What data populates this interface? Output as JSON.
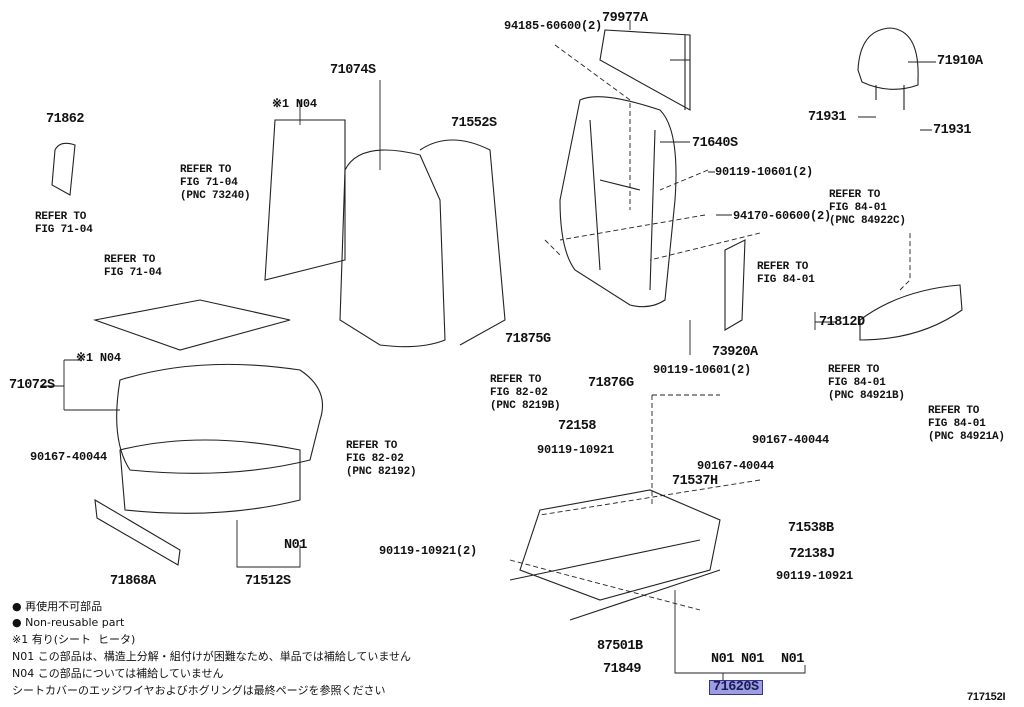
{
  "diagram": {
    "labels": {
      "p94185": "94185-60600(2)",
      "p79977A": "79977A",
      "p71910A": "71910A",
      "p71931a": "71931",
      "p71931b": "71931",
      "p71640S": "71640S",
      "p90119_10601a": "90119-10601(2)",
      "p94170": "94170-60600(2)",
      "ref84922C": "REFER TO\nFIG 84-01\n(PNC 84922C)",
      "ref8401": "REFER TO\nFIG 84-01",
      "p71812D": "71812D",
      "p73920A": "73920A",
      "p90119_10601b": "90119-10601(2)",
      "p71876G": "71876G",
      "p71875G": "71875G",
      "ref84921B": "REFER TO\nFIG 84-01\n(PNC 84921B)",
      "ref84921A": "REFER TO\nFIG 84-01\n(PNC 84921A)",
      "p72158": "72158",
      "p90119_10921a": "90119-10921",
      "p90167_40044a": "90167-40044",
      "p90167_40044b": "90167-40044",
      "p71537H": "71537H",
      "p71538B": "71538B",
      "p72138J": "72138J",
      "p90119_10921b": "90119-10921",
      "p90119_10921c": "90119-10921(2)",
      "p87501B": "87501B",
      "p71849": "71849",
      "n01a": "N01",
      "n01b": "N01",
      "n01c": "N01",
      "p71620S": "71620S",
      "fig_id": "717152I",
      "p71074S": "71074S",
      "n04a": "※1 N04",
      "p71552S": "71552S",
      "p71862": "71862",
      "ref73240": "REFER TO\nFIG 71-04\n(PNC 73240)",
      "ref7104a": "REFER TO\nFIG 71-04",
      "ref7104b": "REFER TO\nFIG 71-04",
      "n04b": "※1 N04",
      "p71072S": "71072S",
      "ref8219B": "REFER TO\nFIG 82-02\n(PNC 8219B)",
      "ref82192": "REFER TO\nFIG 82-02\n(PNC 82192)",
      "p90167_40044c": "90167-40044",
      "n01d": "N01",
      "p71868A": "71868A",
      "p71512S": "71512S"
    },
    "highlight_color": "#9d9de2",
    "notes": [
      "● 再使用不可部品",
      "● Non-reusable part",
      "※1 有り(シート  ヒータ)",
      "N01 この部品は、構造上分解・組付けが困難なため、単品では補給していません",
      "N04 この部品については補給していません",
      "シートカバーのエッジワイヤおよびホグリングは最終ページを参照ください"
    ]
  }
}
